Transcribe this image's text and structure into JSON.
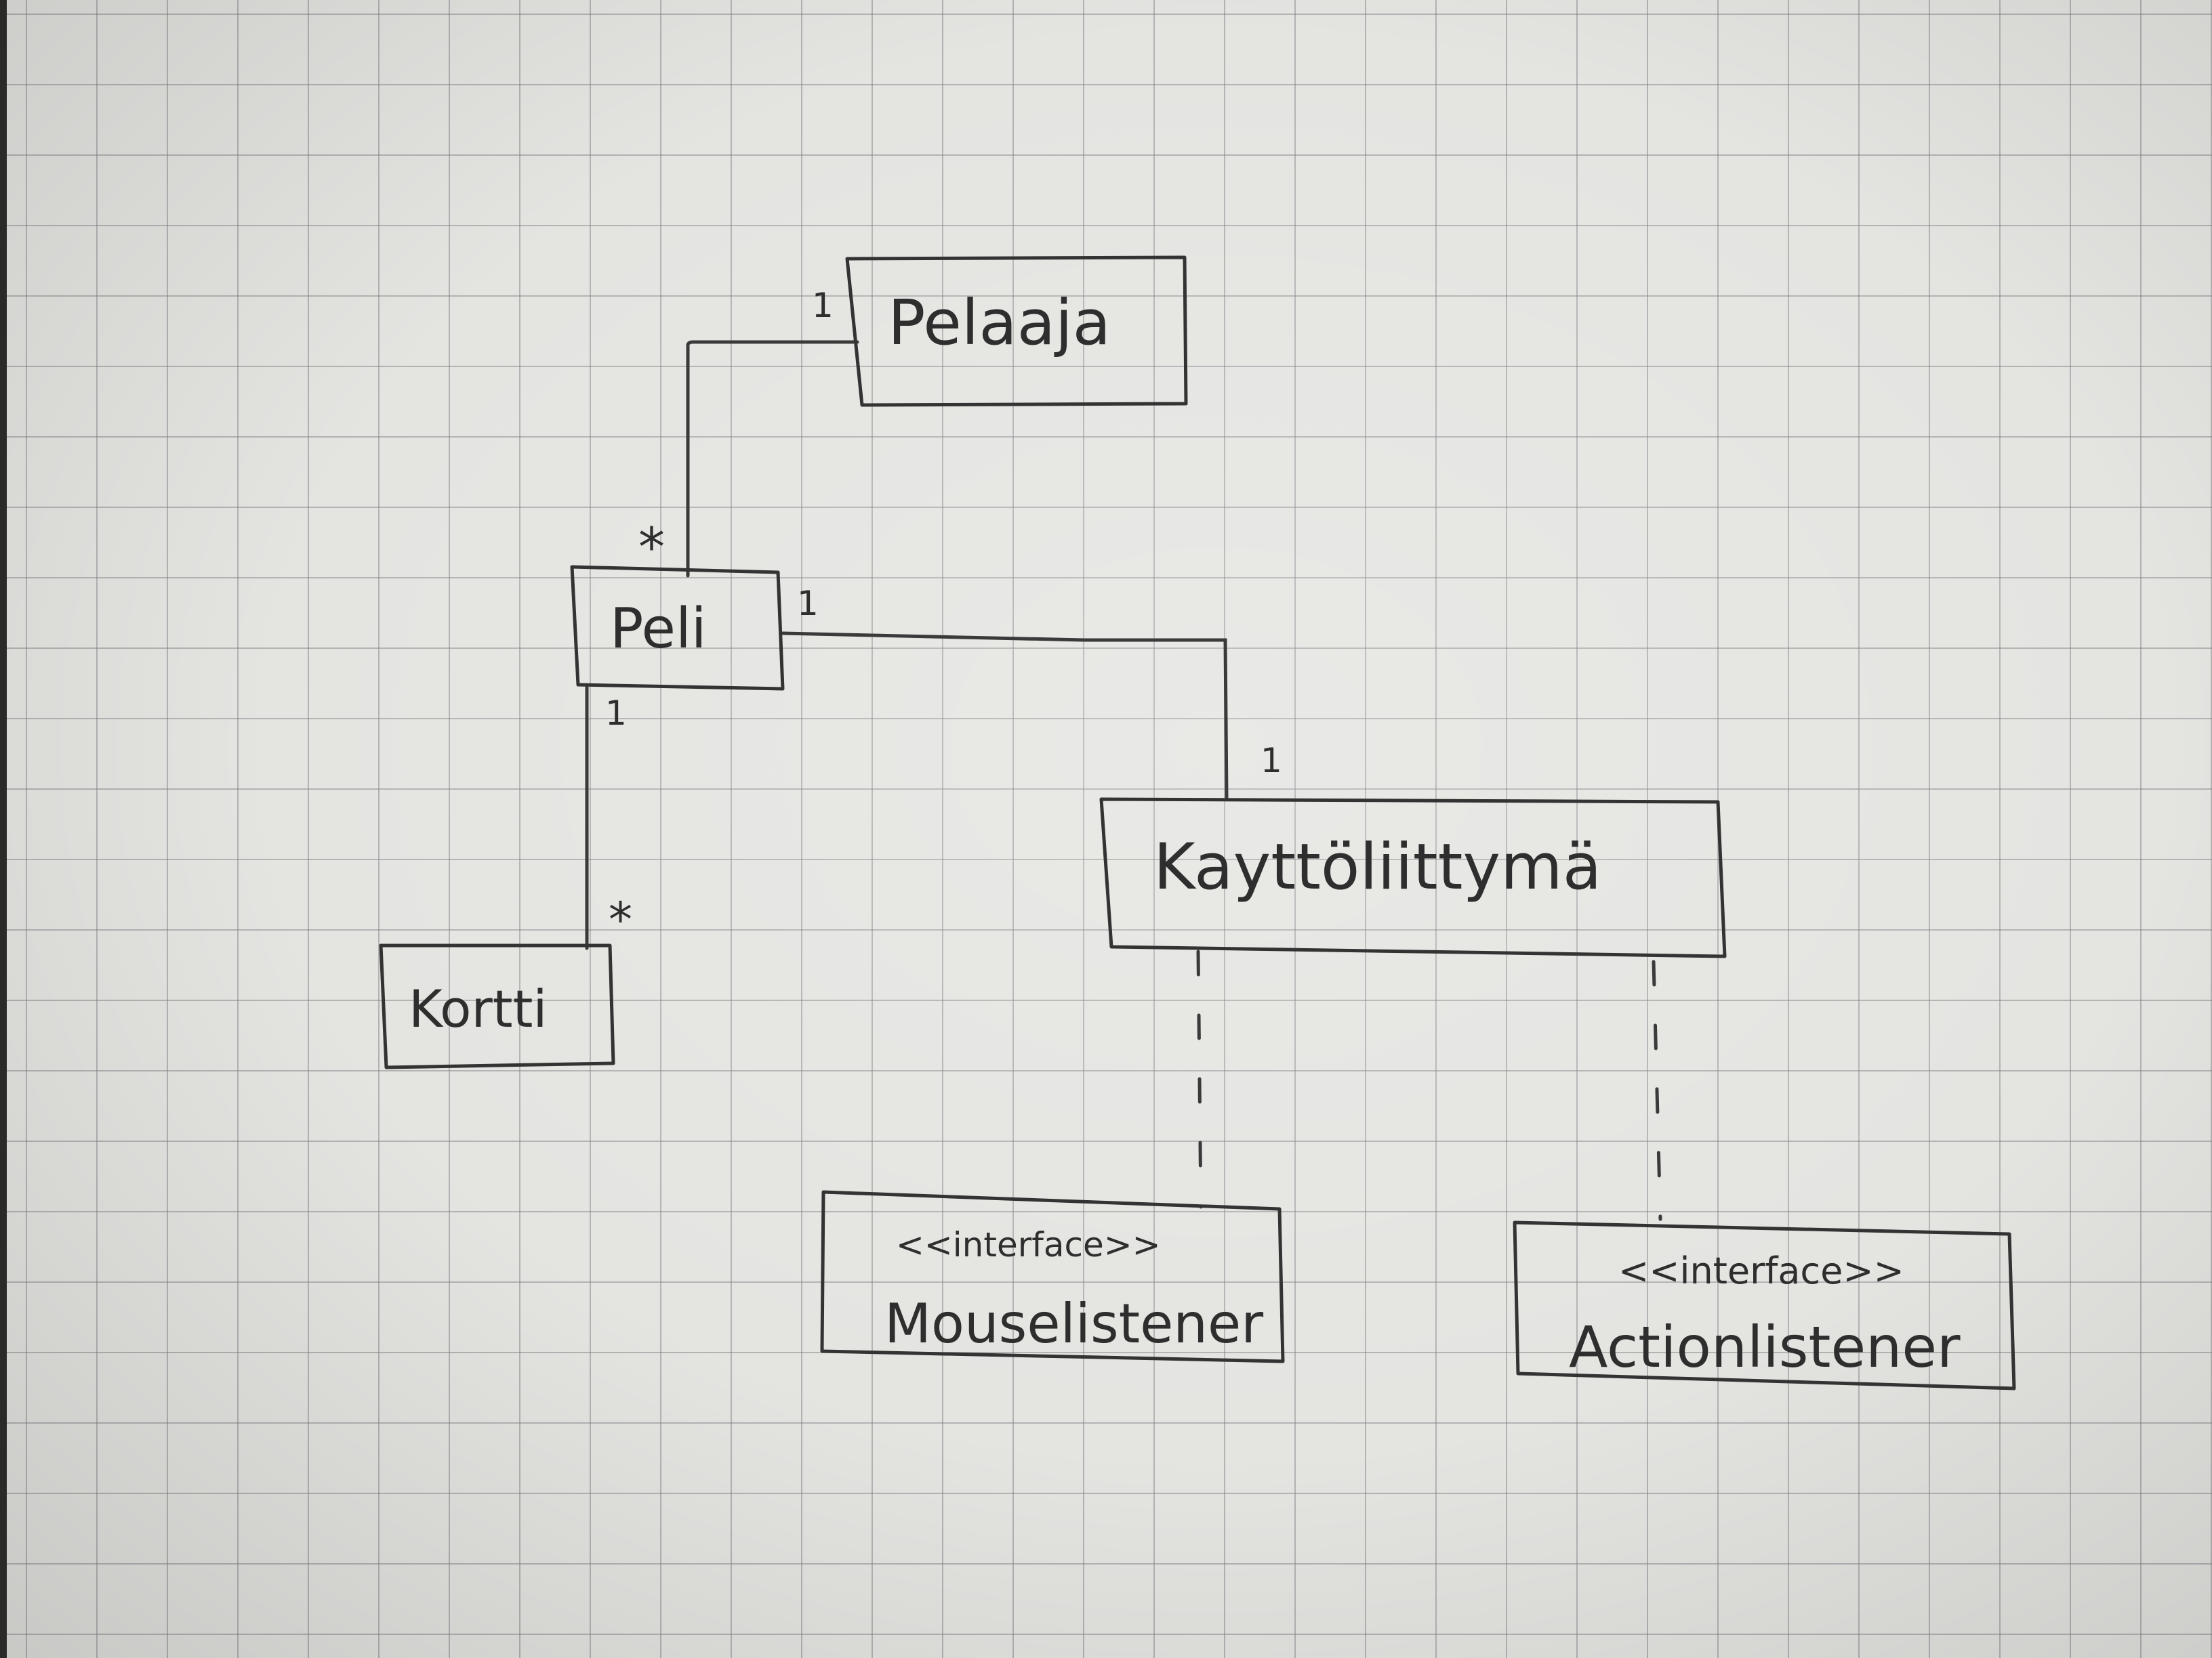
{
  "diagram": {
    "classes": {
      "pelaaja": "Pelaaja",
      "peli": "Peli",
      "kortti": "Kortti",
      "kayttoliittyma": "Kayttöliittymä",
      "mouselistener": "Mouselistener",
      "actionlistener": "Actionlistener"
    },
    "stereotype": "<<interface>>",
    "multiplicities": {
      "pelaaja_end": "1",
      "peli_to_pelaaja": "*",
      "peli_to_ui": "1",
      "ui_end": "1",
      "peli_to_kortti": "1",
      "kortti_end": "*"
    }
  }
}
